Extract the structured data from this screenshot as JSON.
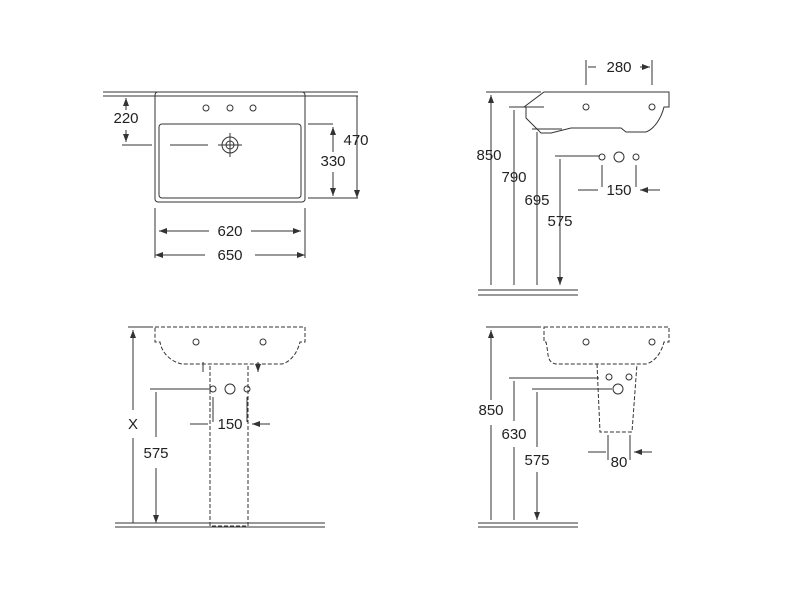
{
  "views": {
    "top_view": {
      "depth": "220",
      "height": "470",
      "bowl": "330",
      "inner_width": "620",
      "width": "650"
    },
    "side_view": {
      "hole_spacing": "280",
      "h850": "850",
      "h790": "790",
      "h695": "695",
      "h575": "575",
      "tap_spacing": "150"
    },
    "front_pedestal": {
      "x": "X",
      "h575": "575",
      "tap_spacing": "150"
    },
    "side_pedestal": {
      "h850": "850",
      "h630": "630",
      "h575": "575",
      "offset": "80"
    }
  }
}
